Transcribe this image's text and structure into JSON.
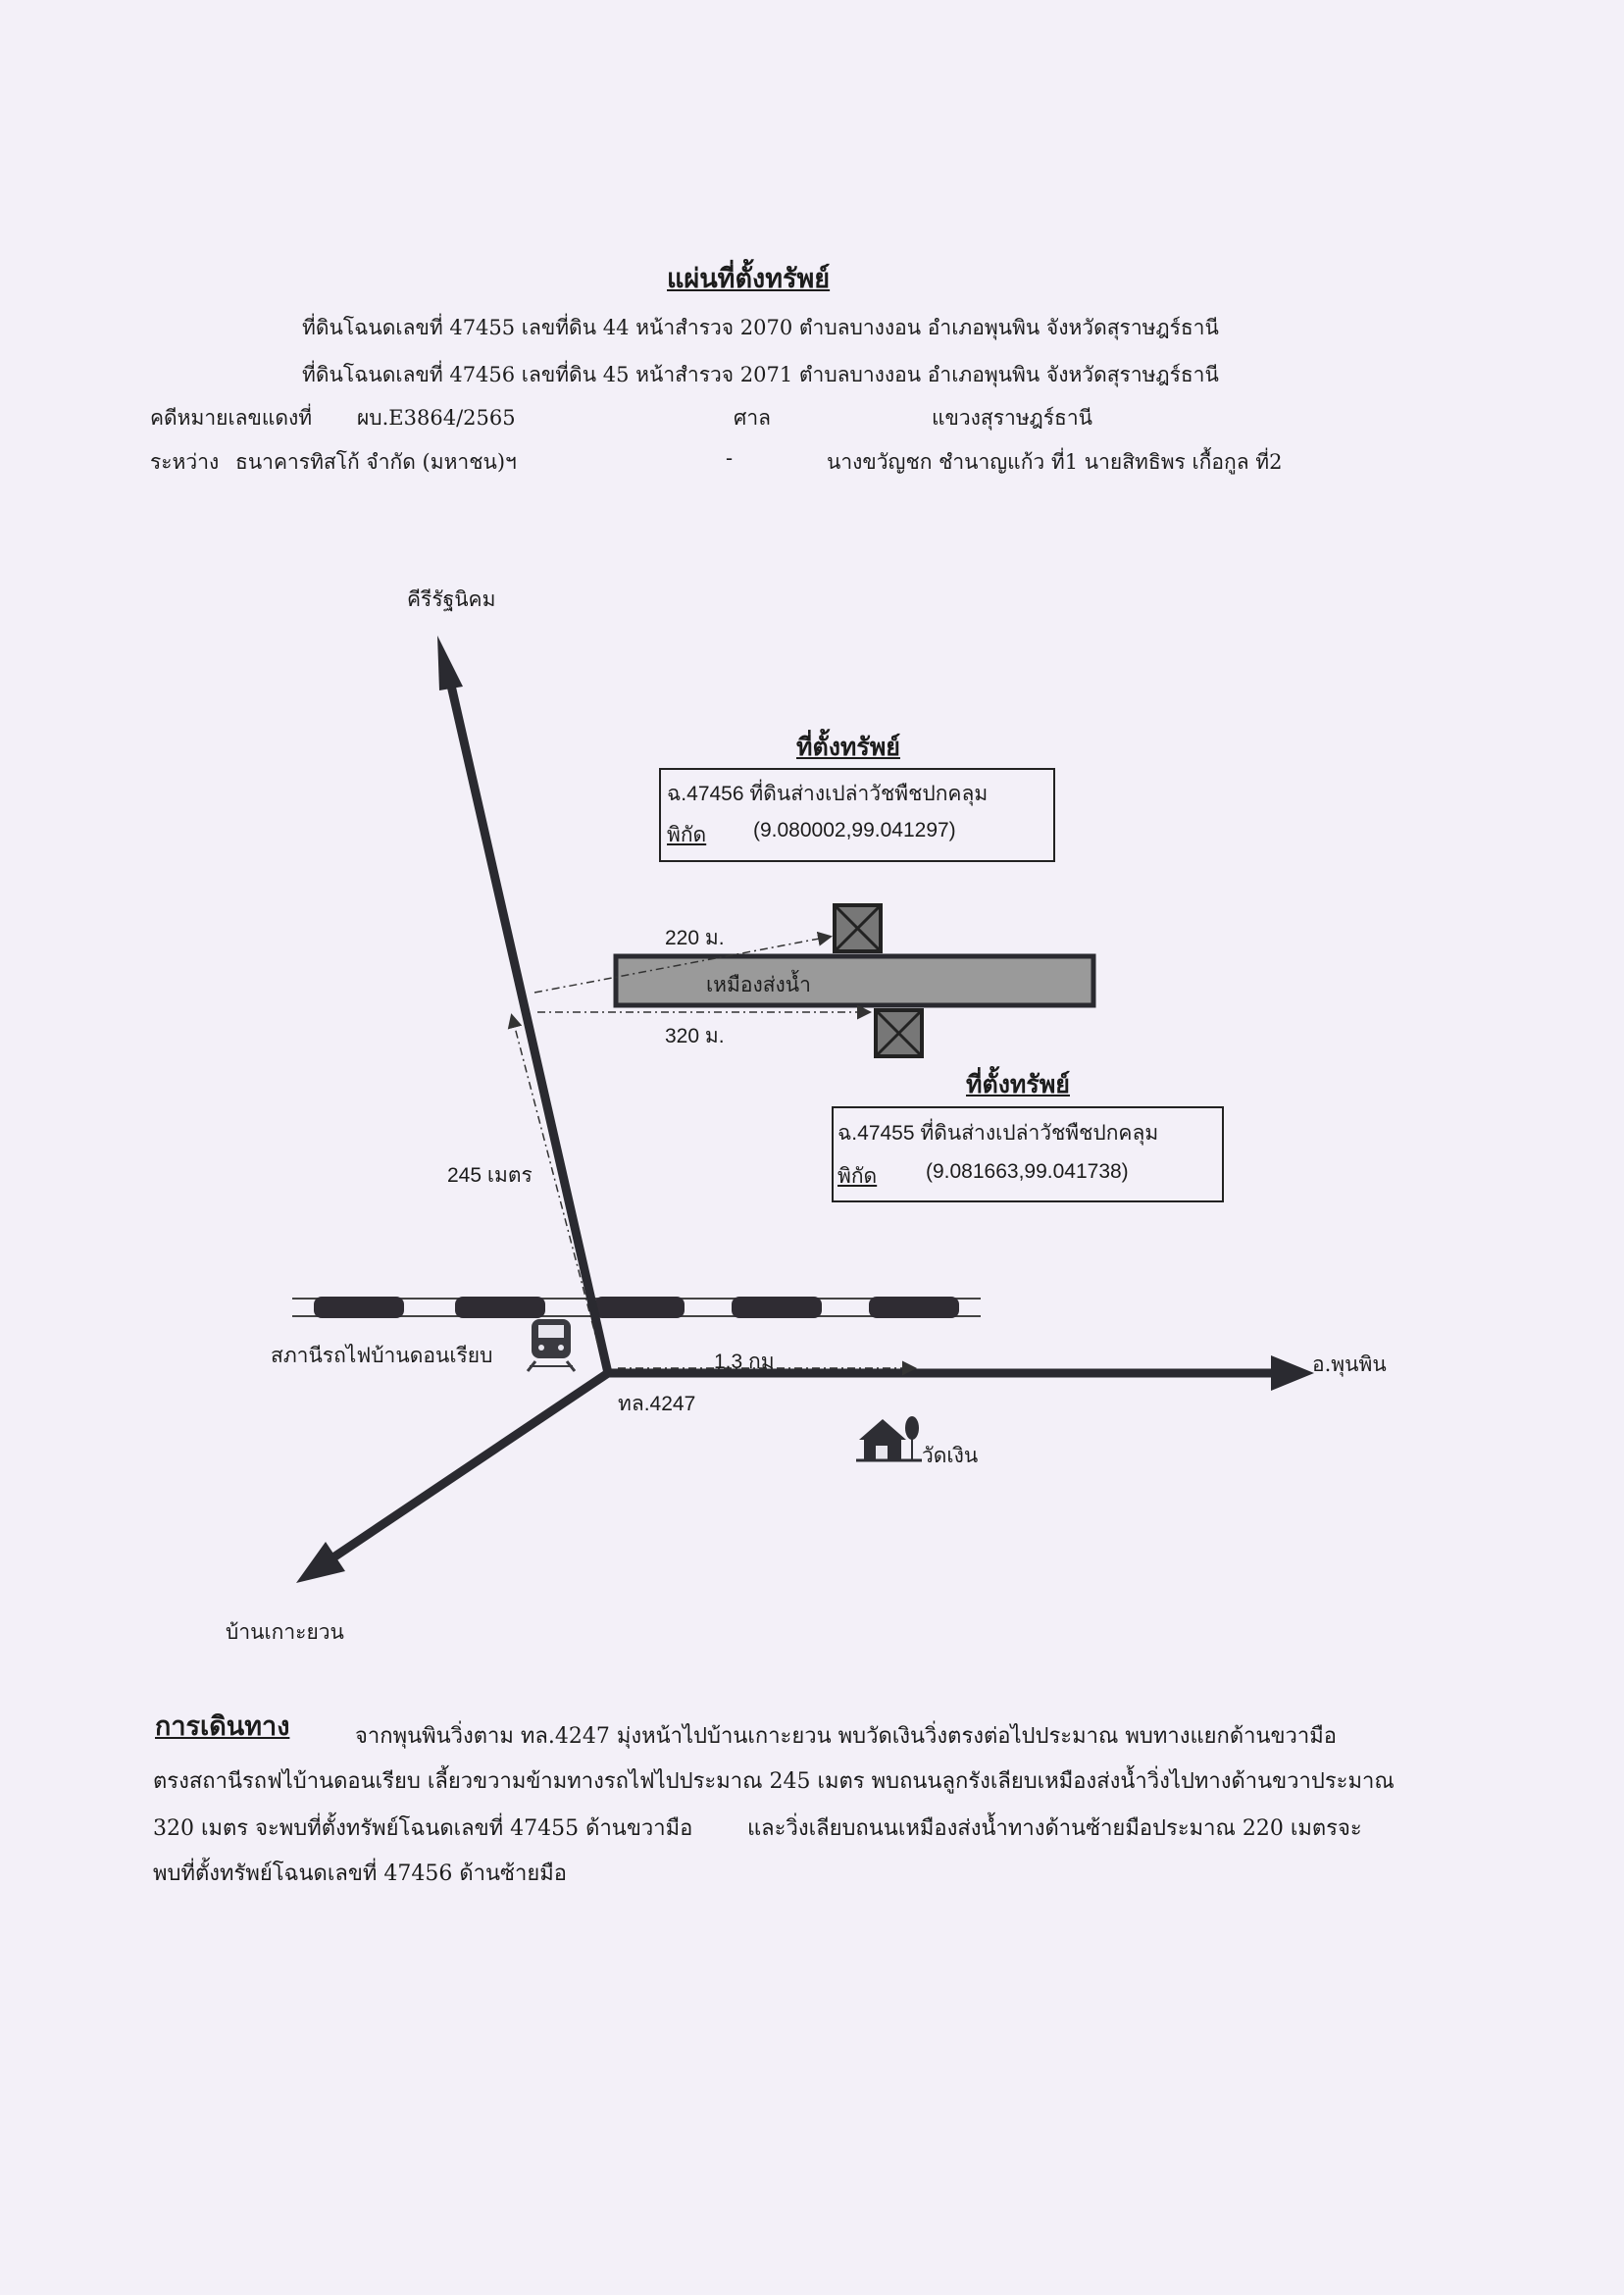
{
  "header": {
    "title": "แผ่นที่ตั้งทรัพย์",
    "deed_line_1": "ที่ดินโฉนดเลขที่ 47455 เลขที่ดิน 44 หน้าสำรวจ 2070  ตำบลบางงอน อำเภอพุนพิน จังหวัดสุราษฎร์ธานี",
    "deed_line_2": "ที่ดินโฉนดเลขที่ 47456 เลขที่ดิน 45 หน้าสำรวจ 2071  ตำบลบางงอน อำเภอพุนพิน จังหวัดสุราษฎร์ธานี",
    "case_label": "คดีหมายเลขแดงที่",
    "case_number": "ผบ.E3864/2565",
    "court_label": "ศาล",
    "court_name": "แขวงสุราษฎร์ธานี",
    "between_label": "ระหว่าง",
    "plaintiff": "ธนาคารทิสโก้ จำกัด (มหาชน)ฯ",
    "dash": "-",
    "defendants": "นางขวัญชก  ชำนาญแก้ว ที่1 นายสิทธิพร  เกื้อกูล ที่2"
  },
  "map": {
    "road_north_label": "คีรีรัฐนิคม",
    "road_east_label": "อ.พุนพิน",
    "road_southwest_label": "บ้านเกาะยวน",
    "junction_label": "ทล.4247",
    "station_label": "สภานีรถไฟบ้านดอนเรียบ",
    "temple_label": "วัดเงิน",
    "canal_label": "เหมืองส่งน้ำ",
    "dist_245": "245 เมตร",
    "dist_220": "220 ม.",
    "dist_320": "320 ม.",
    "dist_13km": "1.3 กม",
    "property_a": {
      "heading": "ที่ตั้งทรัพย์",
      "desc": "ฉ.47456 ที่ดินส่างเปล่าวัชพืชปกคลุม",
      "coord_label": "พิกัด",
      "coord_value": "(9.080002,99.041297)"
    },
    "property_b": {
      "heading": "ที่ตั้งทรัพย์",
      "desc": "ฉ.47455 ที่ดินส่างเปล่าวัชพืชปกคลุม",
      "coord_label": "พิกัด",
      "coord_value": "(9.081663,99.041738)"
    },
    "icons": [
      "train-icon",
      "temple-icon",
      "property-marker-icon",
      "arrow-icon"
    ],
    "colors": {
      "road": "#2a2a30",
      "canal_fill": "#999999",
      "paper": "#f3f0f8"
    }
  },
  "route": {
    "label": "การเดินทาง",
    "line_1": "จากพุนพินวิ่งตาม ทล.4247 มุ่งหน้าไปบ้านเกาะยวน พบวัดเงินวิ่งตรงต่อไปประมาณ พบทางแยกด้านขวามือ",
    "line_2": "ตรงสถานีรถฟไบ้านดอนเรียบ เลี้ยวขวามข้ามทางรถไฟไปประมาณ 245 เมตร พบถนนลูกรังเลียบเหมืองส่งน้ำวิ่งไปทางด้านขวาประมาณ",
    "line_3a": "320 เมตร จะพบที่ตั้งทรัพย์โฉนดเลขที่ 47455 ด้านขวามือ",
    "line_3b": "และวิ่งเลียบถนนเหมืองส่งน้ำทางด้านซ้ายมือประมาณ 220 เมตรจะ",
    "line_4": "พบที่ตั้งทรัพย์โฉนดเลขที่ 47456 ด้านซ้ายมือ"
  }
}
